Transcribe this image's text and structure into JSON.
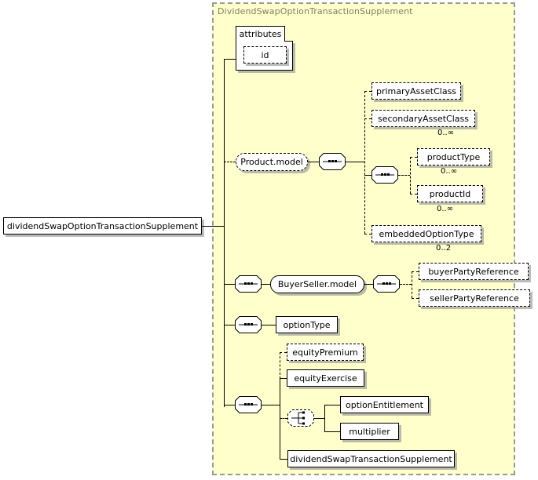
{
  "diagram": {
    "kind": "xsd-schema-diagram",
    "root_element": {
      "label": "dividendSwapOptionTransactionSupplement",
      "style": "required"
    },
    "group": {
      "title": "DividendSwapOptionTransactionSupplement",
      "background": "#ffffcc",
      "border": "#999999"
    },
    "attributes_box": {
      "title": "attributes",
      "items": [
        {
          "label": "id",
          "style": "optional"
        }
      ]
    },
    "connectors": {
      "sequence": "sequence-connector-icon",
      "choice": "choice-connector-icon"
    },
    "nodes": [
      {
        "id": "product_model",
        "label": "Product.model",
        "style": "optional-model"
      },
      {
        "id": "primary_asset",
        "label": "primaryAssetClass",
        "style": "optional",
        "cardinality": ""
      },
      {
        "id": "secondary_asset",
        "label": "secondaryAssetClass",
        "style": "optional",
        "cardinality": "0..∞"
      },
      {
        "id": "product_type",
        "label": "productType",
        "style": "optional",
        "cardinality": "0..∞"
      },
      {
        "id": "product_id",
        "label": "productId",
        "style": "optional",
        "cardinality": "0..∞"
      },
      {
        "id": "embedded_option_type",
        "label": "embeddedOptionType",
        "style": "optional",
        "cardinality": "0..2"
      },
      {
        "id": "buyerseller_model",
        "label": "BuyerSeller.model",
        "style": "required-model"
      },
      {
        "id": "buyer_party_ref",
        "label": "buyerPartyReference",
        "style": "optional",
        "cardinality": ""
      },
      {
        "id": "seller_party_ref",
        "label": "sellerPartyReference",
        "style": "optional",
        "cardinality": ""
      },
      {
        "id": "option_type",
        "label": "optionType",
        "style": "required",
        "cardinality": ""
      },
      {
        "id": "equity_premium",
        "label": "equityPremium",
        "style": "optional",
        "cardinality": ""
      },
      {
        "id": "equity_exercise",
        "label": "equityExercise",
        "style": "required",
        "cardinality": ""
      },
      {
        "id": "option_entitlement",
        "label": "optionEntitlement",
        "style": "required",
        "cardinality": ""
      },
      {
        "id": "multiplier",
        "label": "multiplier",
        "style": "required",
        "cardinality": ""
      },
      {
        "id": "dividend_swap_txn",
        "label": "dividendSwapTransactionSupplement",
        "style": "required",
        "cardinality": ""
      }
    ]
  }
}
